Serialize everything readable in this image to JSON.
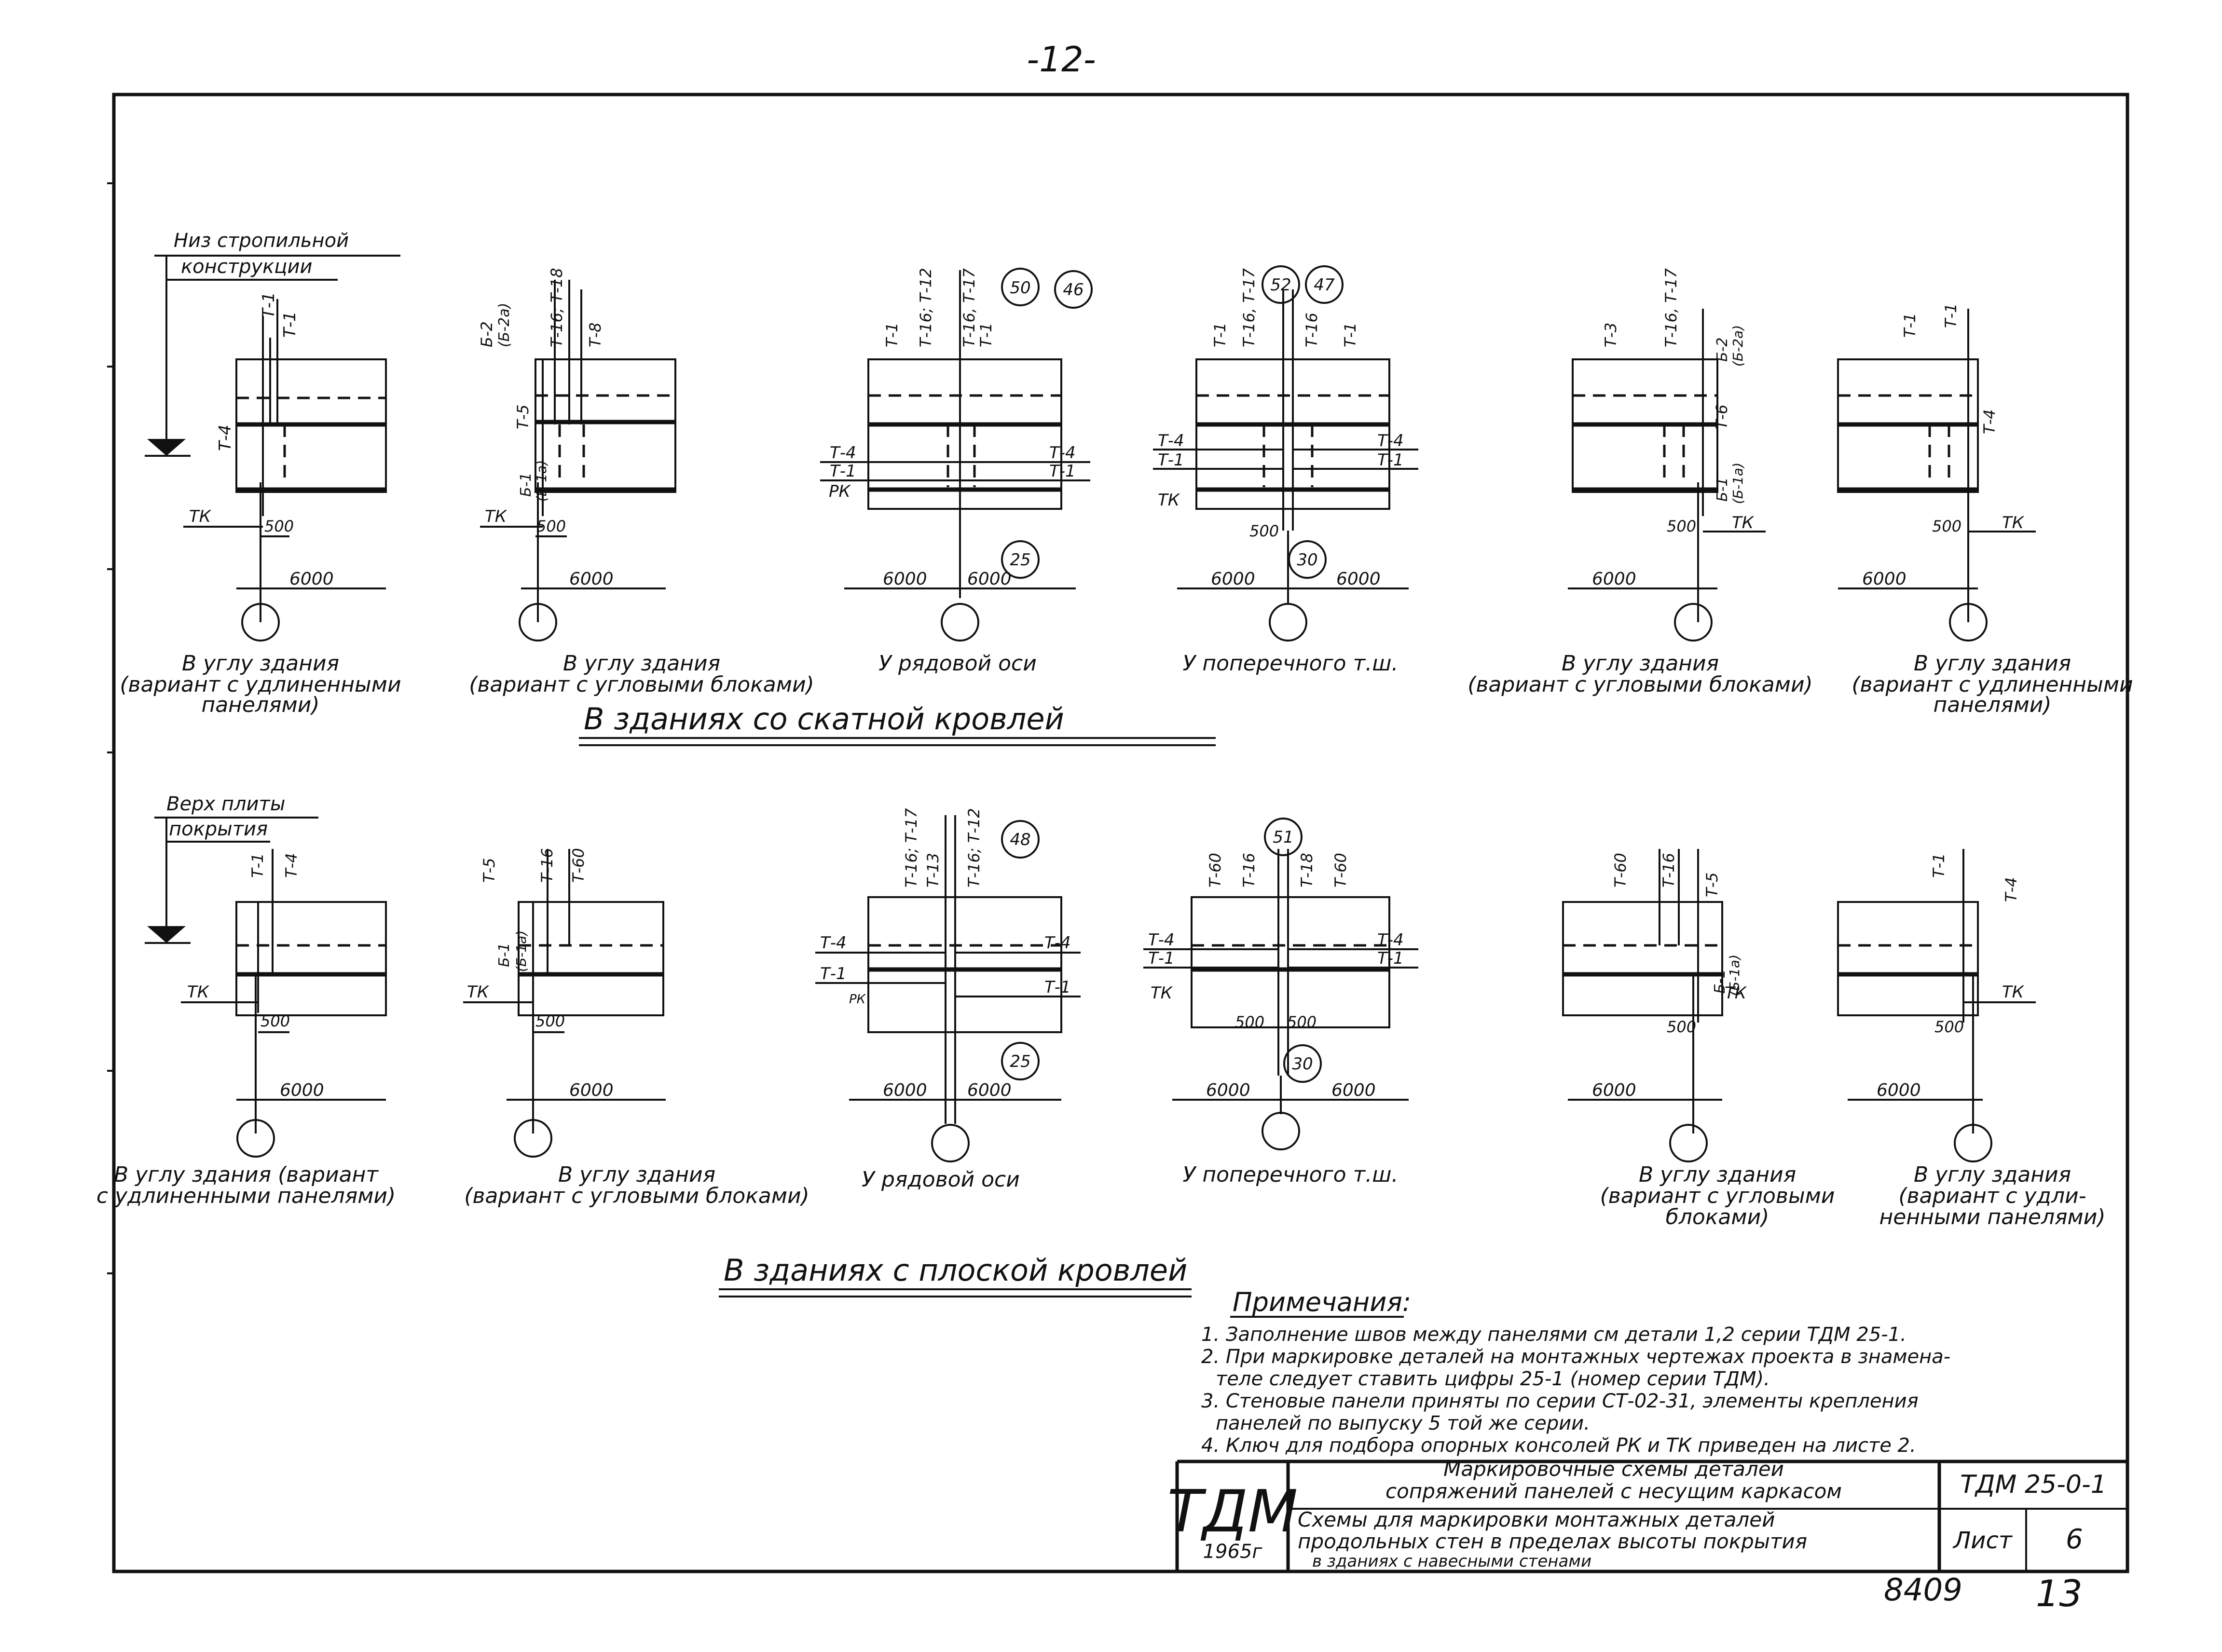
{
  "page_number": "-12-",
  "sections": [
    {
      "title": "В зданиях со скатной кровлей",
      "level_label_top": "Низ стропильной",
      "level_label_bottom": "конструкции",
      "details": [
        {
          "caption": [
            "В углу здания",
            "(вариант с удлиненными",
            "панелями)"
          ],
          "dims": [
            "6000"
          ],
          "spacing": "500",
          "labels": [
            "Т-1",
            "Т-1",
            "Т-4",
            "ТК"
          ],
          "balloons": []
        },
        {
          "caption": [
            "В углу здания",
            "(вариант с угловыми блоками)"
          ],
          "dims": [
            "6000"
          ],
          "spacing": "500",
          "labels": [
            "Б-2",
            "(Б-2а)",
            "Т-16; Т-18",
            "Т-8",
            "Т-5",
            "Б-1",
            "(Б-1а)",
            "ТК"
          ],
          "balloons": []
        },
        {
          "caption": [
            "У рядовой оси"
          ],
          "dims": [
            "6000",
            "6000"
          ],
          "spacing": "",
          "labels": [
            "Т-1",
            "Т-16; Т-12",
            "Т-16, Т-17",
            "Т-1",
            "Т-4",
            "Т-1",
            "РК",
            "Т-4",
            "Т-1"
          ],
          "balloons": [
            "50",
            "46",
            "25"
          ]
        },
        {
          "caption": [
            "У поперечного т.ш."
          ],
          "dims": [
            "6000",
            "6000"
          ],
          "spacing": "500",
          "labels": [
            "Т-1",
            "Т-16, Т-17",
            "Т-16",
            "Т-1",
            "Т-4",
            "Т-1",
            "ТК",
            "Т-4",
            "Т-1"
          ],
          "balloons": [
            "52",
            "47",
            "30"
          ]
        },
        {
          "caption": [
            "В углу здания",
            "(вариант с угловыми блоками)"
          ],
          "dims": [
            "6000"
          ],
          "spacing": "500",
          "labels": [
            "Т-3",
            "Т-16, Т-17",
            "Б-2",
            "(Б-2а)",
            "Т-6",
            "Б-1",
            "(Б-1а)",
            "ТК"
          ],
          "balloons": []
        },
        {
          "caption": [
            "В углу здания",
            "(вариант с удлиненными",
            "панелями)"
          ],
          "dims": [
            "6000"
          ],
          "spacing": "500",
          "labels": [
            "Т-1",
            "Т-1",
            "Т-4",
            "ТК"
          ],
          "balloons": []
        }
      ]
    },
    {
      "title": "В зданиях с плоской кровлей",
      "level_label_top": "Верх плиты",
      "level_label_bottom": "покрытия",
      "details": [
        {
          "caption": [
            "В углу здания (вариант",
            "с удлиненными панелями)"
          ],
          "dims": [
            "6000"
          ],
          "spacing": "500",
          "labels": [
            "Т-1",
            "Т-4",
            "ТК"
          ],
          "balloons": []
        },
        {
          "caption": [
            "В углу здания",
            "(вариант с угловыми блоками)"
          ],
          "dims": [
            "6000"
          ],
          "spacing": "500",
          "labels": [
            "Т-5",
            "Т-16",
            "Т-60",
            "Б-1",
            "(Б-1а)",
            "ТК"
          ],
          "balloons": []
        },
        {
          "caption": [
            "У рядовой оси"
          ],
          "dims": [
            "6000",
            "6000"
          ],
          "spacing": "",
          "labels": [
            "Т-16; Т-17",
            "Т-13",
            "Т-16; Т-12",
            "Т-4",
            "Т-1",
            "РК",
            "Т-4",
            "Т-1"
          ],
          "balloons": [
            "48",
            "25"
          ]
        },
        {
          "caption": [
            "У поперечного т.ш."
          ],
          "dims": [
            "6000",
            "6000"
          ],
          "spacing": "500",
          "labels": [
            "Т-60",
            "Т-16",
            "Т-18",
            "Т-60",
            "Т-4",
            "Т-1",
            "ТК",
            "Т-4",
            "Т-1"
          ],
          "balloons": [
            "51",
            "30"
          ]
        },
        {
          "caption": [
            "В углу здания",
            "(вариант с угловыми",
            "блоками)"
          ],
          "dims": [
            "6000"
          ],
          "spacing": "500",
          "labels": [
            "Т-60",
            "Т-16",
            "Т-5",
            "Б-1",
            "(Б-1а)",
            "ТК"
          ],
          "balloons": []
        },
        {
          "caption": [
            "В углу здания",
            "(вариант с удли-",
            "ненными панелями)"
          ],
          "dims": [
            "6000"
          ],
          "spacing": "500",
          "labels": [
            "Т-1",
            "Т-4",
            "ТК"
          ],
          "balloons": []
        }
      ]
    }
  ],
  "notes": {
    "heading": "Примечания:",
    "items": [
      "1. Заполнение швов между панелями см детали 1,2 серии ТДМ 25-1.",
      "2. При маркировке деталей на монтажных чертежах проекта в знамена-",
      "теле следует ставить цифры 25-1 (номер серии ТДМ).",
      "3. Стеновые панели приняты по серии СТ-02-31, элементы крепления",
      "панелей по выпуску 5 той же серии.",
      "4. Ключ для подбора опорных консолей РК и ТК приведен  на листе 2."
    ]
  },
  "title_block": {
    "logo": "ТДМ",
    "year": "1965г",
    "title_line1": "Маркировочные схемы деталей",
    "title_line2": "сопряжений панелей с несущим каркасом",
    "desc_line1": "Схемы для маркировки монтажных деталей",
    "desc_line2": "продольных стен в пределах высоты покрытия",
    "desc_line3": "в зданиях с навесными стенами",
    "series_code": "ТДМ 25-0-1",
    "sheet_label": "Лист",
    "sheet_number": "6"
  },
  "footer": {
    "archive_number": "8409",
    "page": "13"
  }
}
